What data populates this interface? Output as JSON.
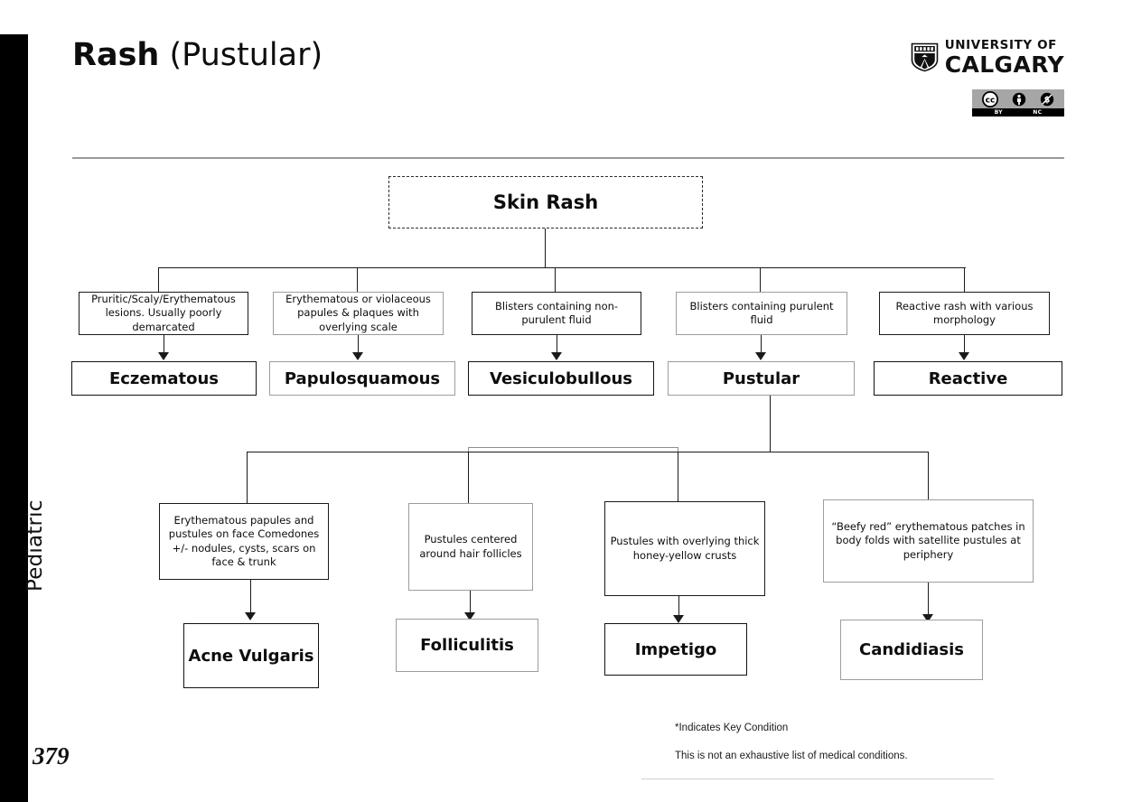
{
  "header": {
    "title_bold": "Rash",
    "title_regular": " (Pustular)",
    "university_line1": "UNIVERSITY OF",
    "university_line2": "CALGARY",
    "shield_icon": "university-crest-icon",
    "license": {
      "cc_icon": "creative-commons-icon",
      "by_icon": "attribution-person-icon",
      "nc_icon": "non-commercial-icon",
      "by_label": "BY",
      "nc_label": "NC"
    }
  },
  "sidebar": {
    "section_label": "Pediatric",
    "page_number": "379"
  },
  "flowchart": {
    "root": {
      "label": "Skin Rash"
    },
    "level1": [
      {
        "description": "Pruritic/Scaly/Erythematous lesions. Usually poorly demarcated",
        "category": "Eczematous"
      },
      {
        "description": "Erythematous or violaceous papules & plaques with overlying scale",
        "category": "Papulosquamous"
      },
      {
        "description": "Blisters containing non-purulent fluid",
        "category": "Vesiculobullous"
      },
      {
        "description": "Blisters containing purulent fluid",
        "category": "Pustular"
      },
      {
        "description": "Reactive rash with various morphology",
        "category": "Reactive"
      }
    ],
    "level2": [
      {
        "description": "Erythematous papules and pustules on face Comedones +/- nodules, cysts, scars on face & trunk",
        "diagnosis": "Acne Vulgaris"
      },
      {
        "description": "Pustules centered around hair follicles",
        "diagnosis": "Folliculitis"
      },
      {
        "description": "Pustules with overlying thick honey-yellow crusts",
        "diagnosis": "Impetigo"
      },
      {
        "description": "“Beefy red” erythematous patches in body folds with satellite pustules at periphery",
        "diagnosis": "Candidiasis"
      }
    ]
  },
  "footnotes": {
    "key_condition": "*Indicates Key Condition",
    "disclaimer": "This is not an exhaustive list of medical conditions."
  }
}
